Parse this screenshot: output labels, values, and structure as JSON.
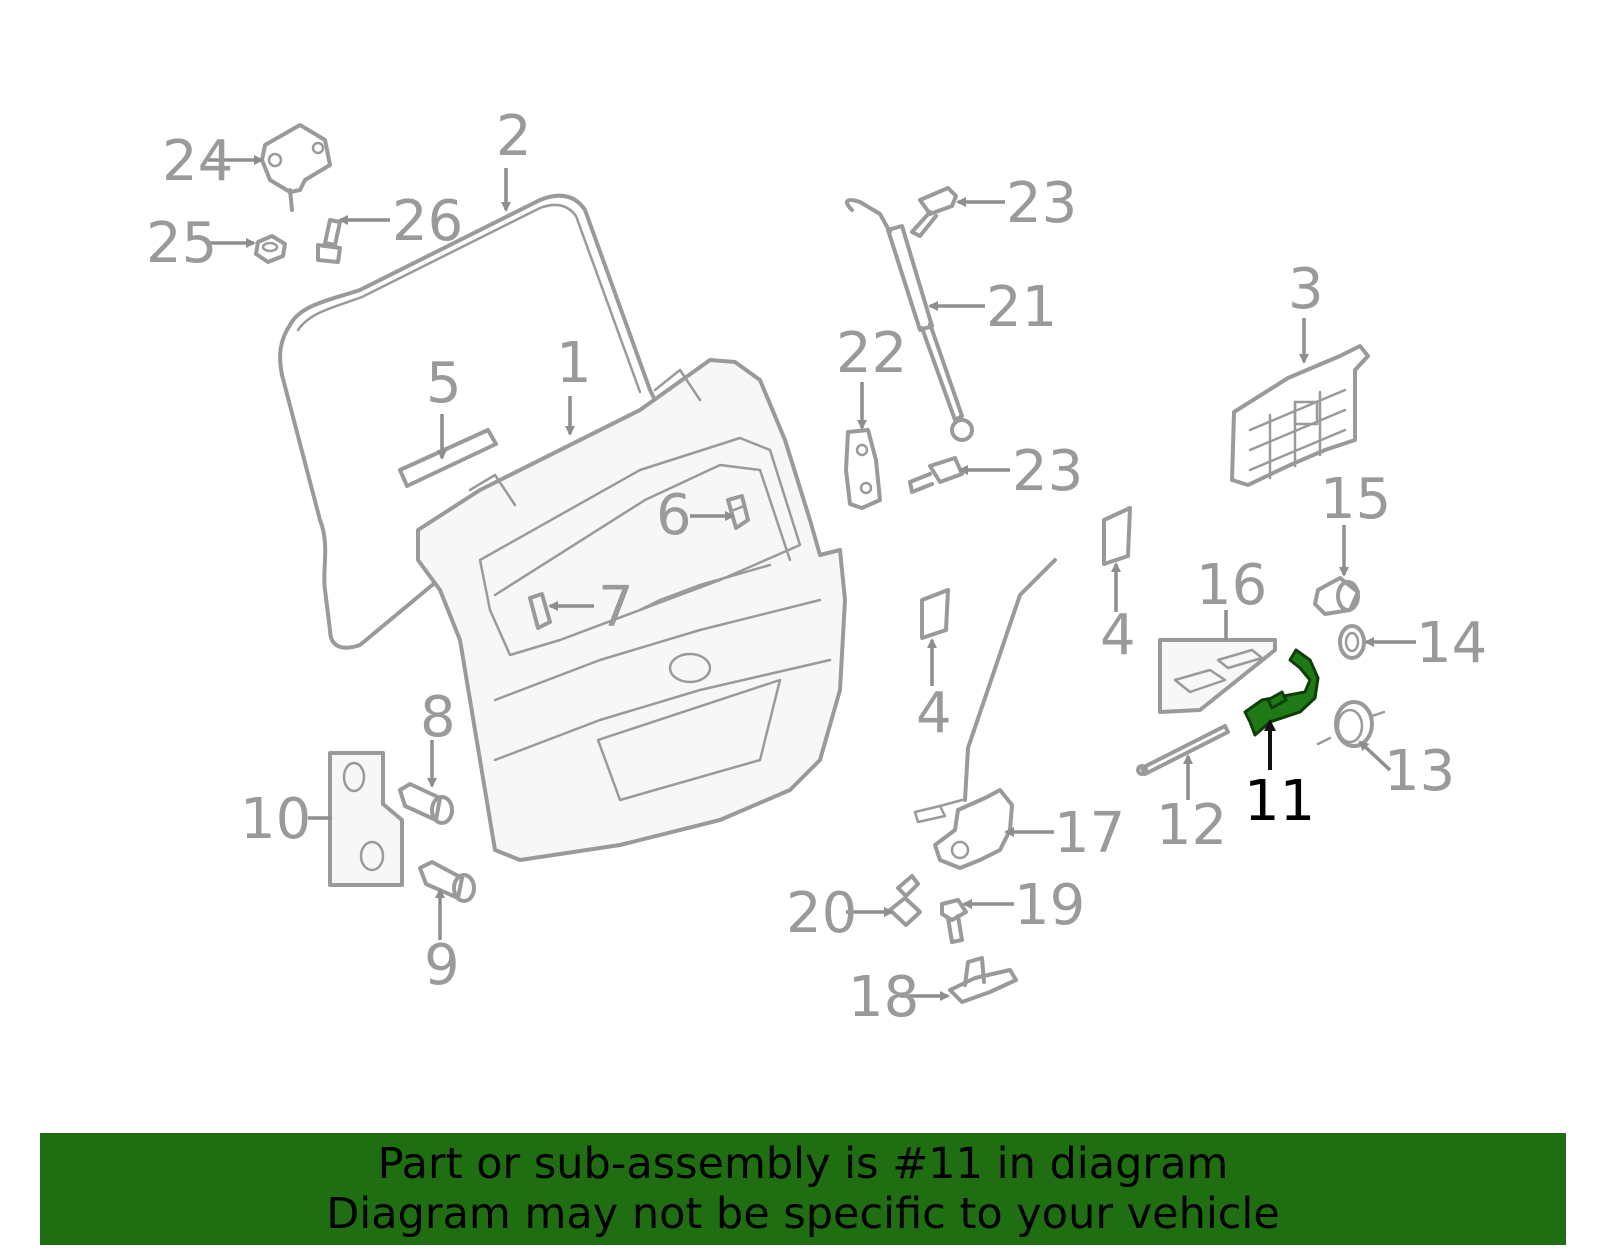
{
  "diagram": {
    "highlight_color": "#1e7a14",
    "callouts": {
      "c1": "1",
      "c2": "2",
      "c3": "3",
      "c4a": "4",
      "c4b": "4",
      "c5": "5",
      "c6": "6",
      "c7": "7",
      "c8": "8",
      "c9": "9",
      "c10": "10",
      "c11": "11",
      "c12": "12",
      "c13": "13",
      "c14": "14",
      "c15": "15",
      "c16": "16",
      "c17": "17",
      "c18": "18",
      "c19": "19",
      "c20": "20",
      "c21": "21",
      "c22": "22",
      "c23a": "23",
      "c23b": "23",
      "c24": "24",
      "c25": "25",
      "c26": "26"
    }
  },
  "banner": {
    "background": "#1f6f12",
    "line1": "Part or sub-assembly is #11 in diagram",
    "line2": "Diagram may not be specific to your vehicle"
  }
}
